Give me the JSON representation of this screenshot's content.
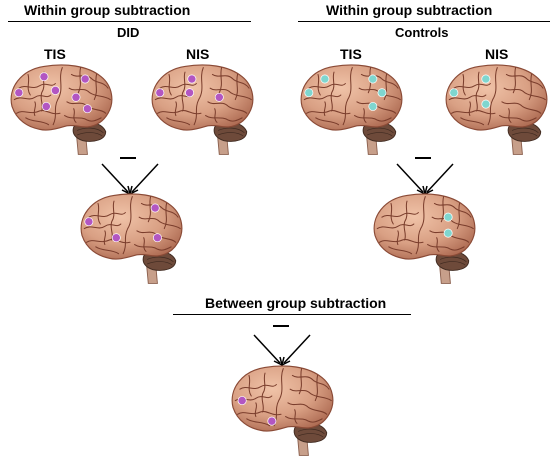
{
  "left_panel": {
    "title": "Within group subtraction",
    "group": "DID",
    "tis_label": "TIS",
    "nis_label": "NIS",
    "dot_color": "#b256c2"
  },
  "right_panel": {
    "title": "Within group subtraction",
    "group": "Controls",
    "tis_label": "TIS",
    "nis_label": "NIS",
    "dot_color": "#7fd6cf"
  },
  "between": {
    "title": "Between group subtraction",
    "dot_color": "#b256c2"
  },
  "colors": {
    "brain_fill": "#d9a084",
    "brain_shade": "#b8735a",
    "brain_sulci": "#7a3d2c",
    "cerebellum": "#6e4a3a",
    "stem": "#c79f8a",
    "ink": "#000000"
  }
}
